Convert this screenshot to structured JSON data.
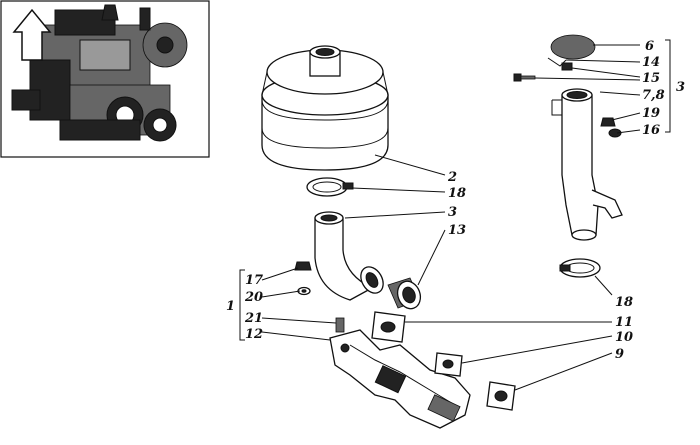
{
  "labels": {
    "l6": "6",
    "l14": "14",
    "l15": "15",
    "l78": "7,8",
    "l19": "19",
    "l16": "16",
    "l3grp": "3",
    "l2": "2",
    "l18a": "18",
    "l3": "3",
    "l13": "13",
    "l17": "17",
    "l20": "20",
    "l1": "1",
    "l21": "21",
    "l12": "12",
    "l18b": "18",
    "l11": "11",
    "l10": "10",
    "l9": "9"
  },
  "icons": {
    "direction": "arrow-up-icon",
    "engine": "engine-icon"
  },
  "colors": {
    "ink": "#111111",
    "paper": "#ffffff"
  }
}
